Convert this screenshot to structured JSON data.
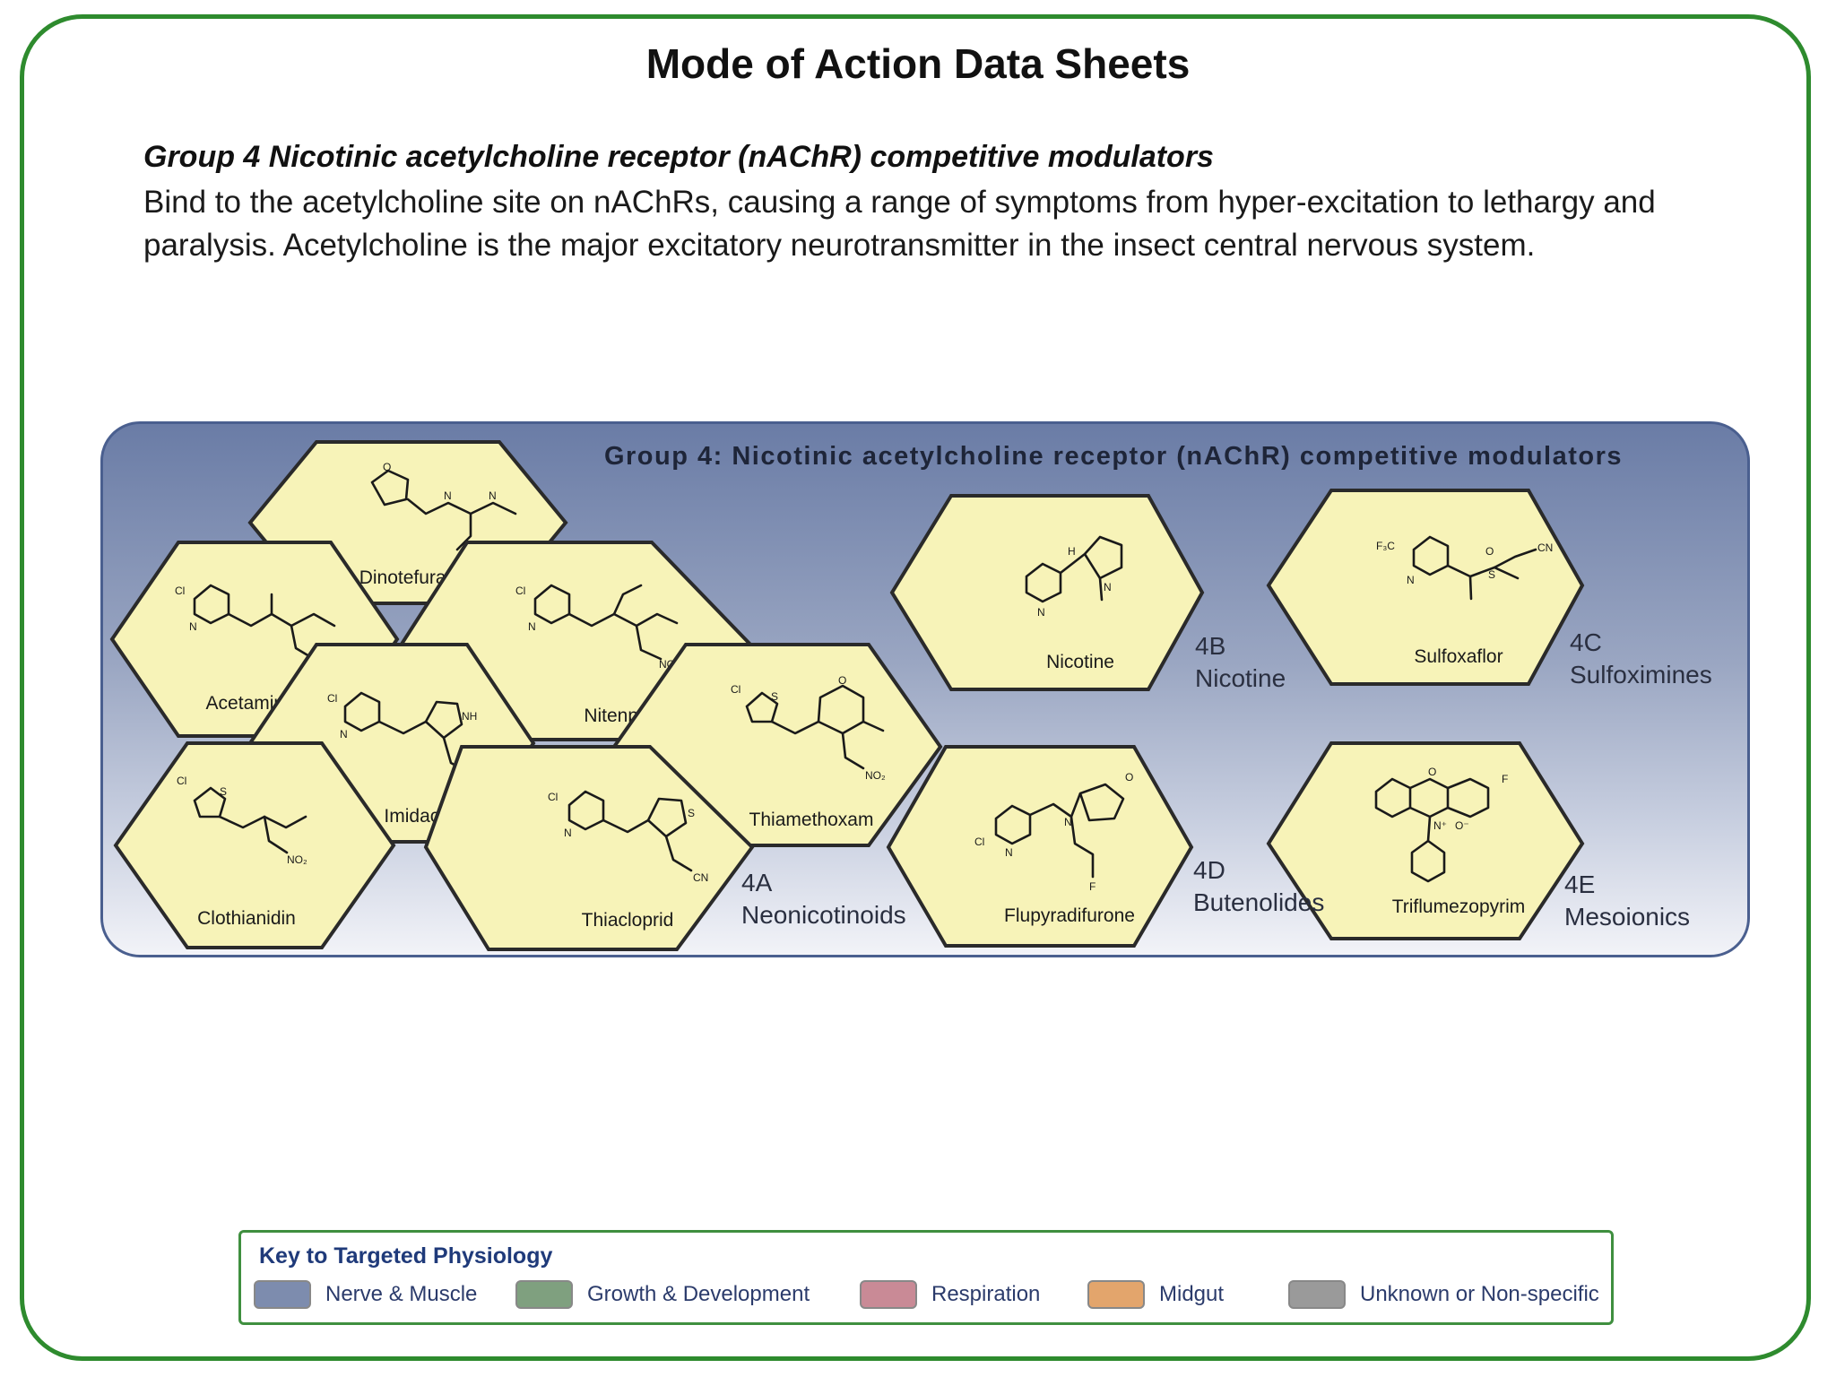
{
  "page": {
    "title": "Mode of Action Data Sheets",
    "group_heading": "Group 4 Nicotinic acetylcholine receptor (nAChR) competitive modulators",
    "group_description": "Bind to the acetylcholine site on nAChRs, causing a range of symptoms from hyper-excitation to lethargy and paralysis. Acetylcholine is the major excitatory neurotransmitter in the insect central nervous system."
  },
  "diagram": {
    "title": "Group 4: Nicotinic acetylcholine receptor (nAChR) competitive modulators",
    "compounds": {
      "dinotefuran": "Dinotefuran",
      "acetamiprid": "Acetamiprid",
      "nitenpyram": "Nitenpyram",
      "imidacloprid": "Imidacloprid",
      "thiamethoxam": "Thiamethoxam",
      "clothianidin": "Clothianidin",
      "thiacloprid": "Thiacloprid",
      "nicotine": "Nicotine",
      "sulfoxaflor": "Sulfoxaflor",
      "flupyradifurone": "Flupyradifurone",
      "triflumezopyrim": "Triflumezopyrim"
    },
    "subgroups": [
      {
        "code": "4A",
        "name": "Neonicotinoids"
      },
      {
        "code": "4B",
        "name": "Nicotine"
      },
      {
        "code": "4C",
        "name": "Sulfoximines"
      },
      {
        "code": "4D",
        "name": "Butenolides"
      },
      {
        "code": "4E",
        "name": "Mesoionics"
      }
    ],
    "atoms": {
      "cl": "Cl",
      "n": "N",
      "nh": "NH",
      "no2": "NO₂",
      "cn": "CN",
      "s": "S",
      "o": "O",
      "h": "H",
      "f": "F",
      "f3c": "F₃C",
      "o_minus": "O⁻",
      "n_plus": "N⁺"
    },
    "hex_fill": "#f7f3b8",
    "panel_color": "#6a7ca6"
  },
  "legend": {
    "title": "Key to Targeted Physiology",
    "items": [
      {
        "label": "Nerve & Muscle",
        "color": "#7d8cae"
      },
      {
        "label": "Growth & Development",
        "color": "#7fa07f"
      },
      {
        "label": "Respiration",
        "color": "#c98a96"
      },
      {
        "label": "Midgut",
        "color": "#e3a56c"
      },
      {
        "label": "Unknown or Non-specific",
        "color": "#9a9a9a"
      }
    ]
  }
}
